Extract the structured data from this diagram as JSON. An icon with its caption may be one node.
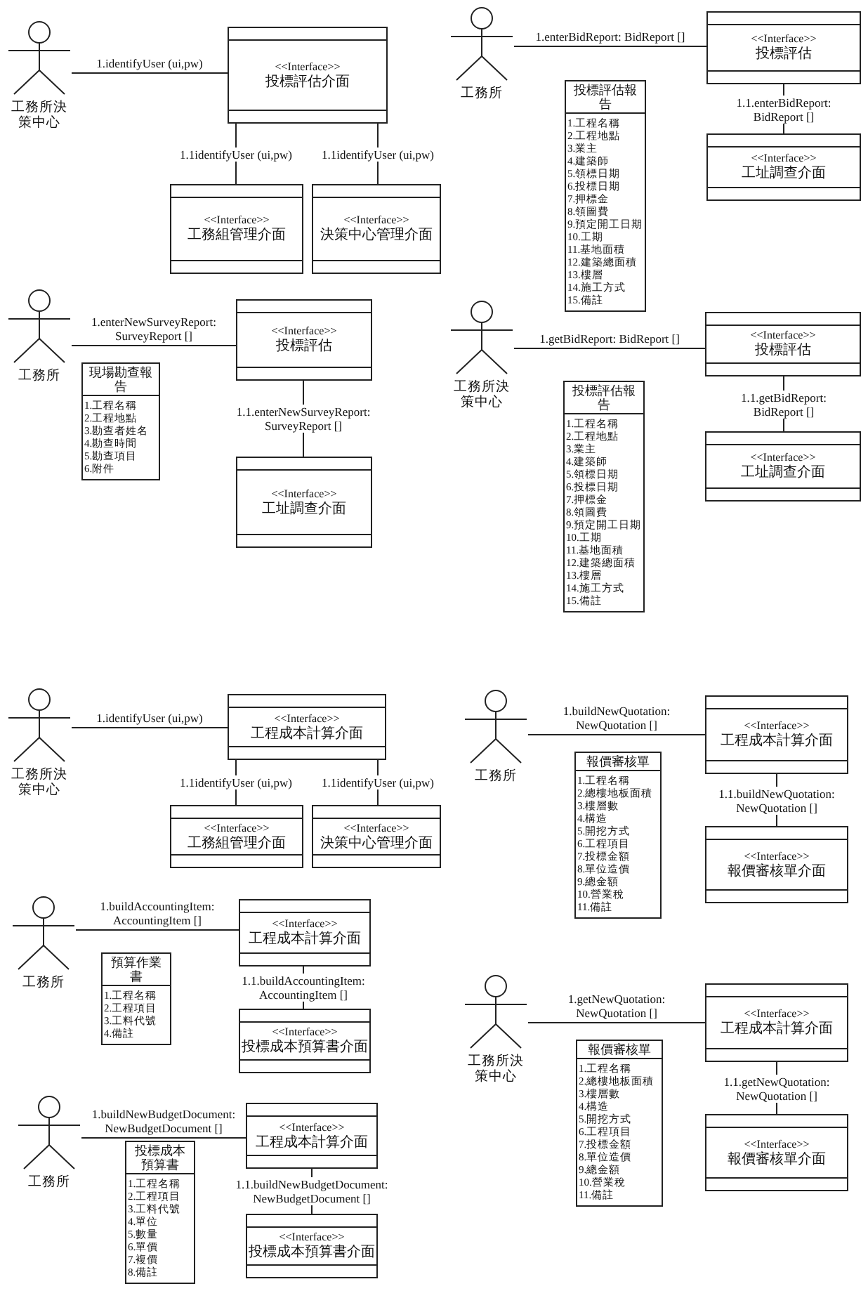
{
  "diagram": {
    "nodes": [
      {
        "text": [
          "工務所決策中心"
        ]
      },
      {
        "text": [
          "<<Interface>>",
          "投標評估介面"
        ]
      },
      {
        "text": [
          "<<Interface>>",
          "工務組管理介面"
        ]
      },
      {
        "text": [
          "<<Interface>>",
          "決策中心管理介面"
        ]
      },
      {
        "text": [
          "工務所"
        ]
      },
      {
        "text": [
          "<<Interface>>",
          "投標評估"
        ]
      },
      {
        "text": [
          "<<Interface>>",
          "工址調查介面"
        ]
      },
      {
        "text": [
          "投標評估報告",
          "1.工程名稱",
          "2.工程地點",
          "3.業主",
          "4.建築師",
          "5.領標日期",
          "6.投標日期",
          "7.押標金",
          "8.領圖費",
          "9.預定開工日期",
          "10.工期",
          "11.基地面積",
          "12.建築總面積",
          "13.樓層",
          "14.施工方式",
          "15.備註"
        ]
      },
      {
        "text": [
          "工務所"
        ]
      },
      {
        "text": [
          "<<Interface>>",
          "投標評估"
        ]
      },
      {
        "text": [
          "<<Interface>>",
          "工址調查介面"
        ]
      },
      {
        "text": [
          "現場勘查報告",
          "1.工程名稱",
          "2.工程地點",
          "3.勘查者姓名",
          "4.勘查時間",
          "5.勘查項目",
          "6.附件"
        ]
      },
      {
        "text": [
          "工務所決策中心"
        ]
      },
      {
        "text": [
          "<<Interface>>",
          "投標評估"
        ]
      },
      {
        "text": [
          "<<Interface>>",
          "工址調查介面"
        ]
      },
      {
        "text": [
          "投標評估報告",
          "1.工程名稱",
          "2.工程地點",
          "3.業主",
          "4.建築師",
          "5.領標日期",
          "6.投標日期",
          "7.押標金",
          "8.領圖費",
          "9.預定開工日期",
          "10.工期",
          "11.基地面積",
          "12.建築總面積",
          "13.樓層",
          "14.施工方式",
          "15.備註"
        ]
      },
      {
        "text": [
          "工務所決策中心"
        ]
      },
      {
        "text": [
          "<<Interface>>",
          "工程成本計算介面"
        ]
      },
      {
        "text": [
          "<<Interface>>",
          "工務組管理介面"
        ]
      },
      {
        "text": [
          "<<Interface>>",
          "決策中心管理介面"
        ]
      },
      {
        "text": [
          "工務所"
        ]
      },
      {
        "text": [
          "<<Interface>>",
          "工程成本計算介面"
        ]
      },
      {
        "text": [
          "<<Interface>>",
          "投標成本預算書介面"
        ]
      },
      {
        "text": [
          "預算作業書",
          "1.工程名稱",
          "2.工程項目",
          "3.工料代號",
          "4.備註"
        ]
      },
      {
        "text": [
          "工務所"
        ]
      },
      {
        "text": [
          "<<Interface>>",
          "工程成本計算介面"
        ]
      },
      {
        "text": [
          "<<Interface>>",
          "投標成本預算書介面"
        ]
      },
      {
        "text": [
          "投標成本預算書",
          "1.工程名稱",
          "2.工程項目",
          "3.工料代號",
          "4.單位",
          "5.數量",
          "6.單價",
          "7.複價",
          "8.備註"
        ]
      },
      {
        "text": [
          "工務所"
        ]
      },
      {
        "text": [
          "<<Interface>>",
          "工程成本計算介面"
        ]
      },
      {
        "text": [
          "<<Interface>>",
          "報價審核單介面"
        ]
      },
      {
        "text": [
          "報價審核單",
          "1.工程名稱",
          "2.總樓地板面積",
          "3.樓層數",
          "4.構造",
          "5.開挖方式",
          "6.工程項目",
          "7.投標金額",
          "8.單位造價",
          "9.總金額",
          "10.營業稅",
          "11.備註"
        ]
      },
      {
        "text": [
          "工務所決策中心"
        ]
      },
      {
        "text": [
          "<<Interface>>",
          "工程成本計算介面"
        ]
      },
      {
        "text": [
          "<<Interface>>",
          "報價審核單介面"
        ]
      },
      {
        "text": [
          "報價審核單",
          "1.工程名稱",
          "2.總樓地板面積",
          "3.樓層數",
          "4.構造",
          "5.開挖方式",
          "6.工程項目",
          "7.投標金額",
          "8.單位造價",
          "9.總金額",
          "10.營業稅",
          "11.備註"
        ]
      }
    ],
    "edges": [
      {
        "from": 0,
        "to": 1,
        "arrow": "none",
        "label": "1.identifyUser (ui,pw)"
      },
      {
        "from": 1,
        "to": 2,
        "arrow": "none",
        "label": "1.1identifyUser (ui,pw)"
      },
      {
        "from": 1,
        "to": 3,
        "arrow": "none",
        "label": "1.1identifyUser (ui,pw)"
      },
      {
        "from": 4,
        "to": 5,
        "arrow": "none",
        "label": "1.enterBidReport: BidReport []"
      },
      {
        "from": 5,
        "to": 6,
        "arrow": "none",
        "label": "1.1.enterBidReport: BidReport []"
      },
      {
        "from": 8,
        "to": 9,
        "arrow": "none",
        "label": "1.enterNewSurveyReport: SurveyReport []"
      },
      {
        "from": 9,
        "to": 10,
        "arrow": "none",
        "label": "1.1.enterNewSurveyReport: SurveyReport []"
      },
      {
        "from": 12,
        "to": 13,
        "arrow": "none",
        "label": "1.getBidReport: BidReport []"
      },
      {
        "from": 13,
        "to": 14,
        "arrow": "none",
        "label": "1.1.getBidReport: BidReport []"
      },
      {
        "from": 16,
        "to": 17,
        "arrow": "none",
        "label": "1.identifyUser (ui,pw)"
      },
      {
        "from": 17,
        "to": 18,
        "arrow": "none",
        "label": "1.1identifyUser (ui,pw)"
      },
      {
        "from": 17,
        "to": 19,
        "arrow": "none",
        "label": "1.1identifyUser (ui,pw)"
      },
      {
        "from": 20,
        "to": 21,
        "arrow": "none",
        "label": "1.buildAccountingItem: AccountingItem []"
      },
      {
        "from": 21,
        "to": 22,
        "arrow": "none",
        "label": "1.1.buildAccountingItem: AccountingItem []"
      },
      {
        "from": 24,
        "to": 25,
        "arrow": "none",
        "label": "1.buildNewBudgetDocument: NewBudgetDocument []"
      },
      {
        "from": 25,
        "to": 26,
        "arrow": "none",
        "label": "1.1.buildNewBudgetDocument: NewBudgetDocument []"
      },
      {
        "from": 28,
        "to": 29,
        "arrow": "none",
        "label": "1.buildNewQuotation: NewQuotation []"
      },
      {
        "from": 29,
        "to": 30,
        "arrow": "none",
        "label": "1.1.buildNewQuotation: NewQuotation []"
      },
      {
        "from": 32,
        "to": 33,
        "arrow": "none",
        "label": "1.getNewQuotation: NewQuotation []"
      },
      {
        "from": 33,
        "to": 34,
        "arrow": "none",
        "label": "1.1.getNewQuotation: NewQuotation []"
      }
    ]
  }
}
